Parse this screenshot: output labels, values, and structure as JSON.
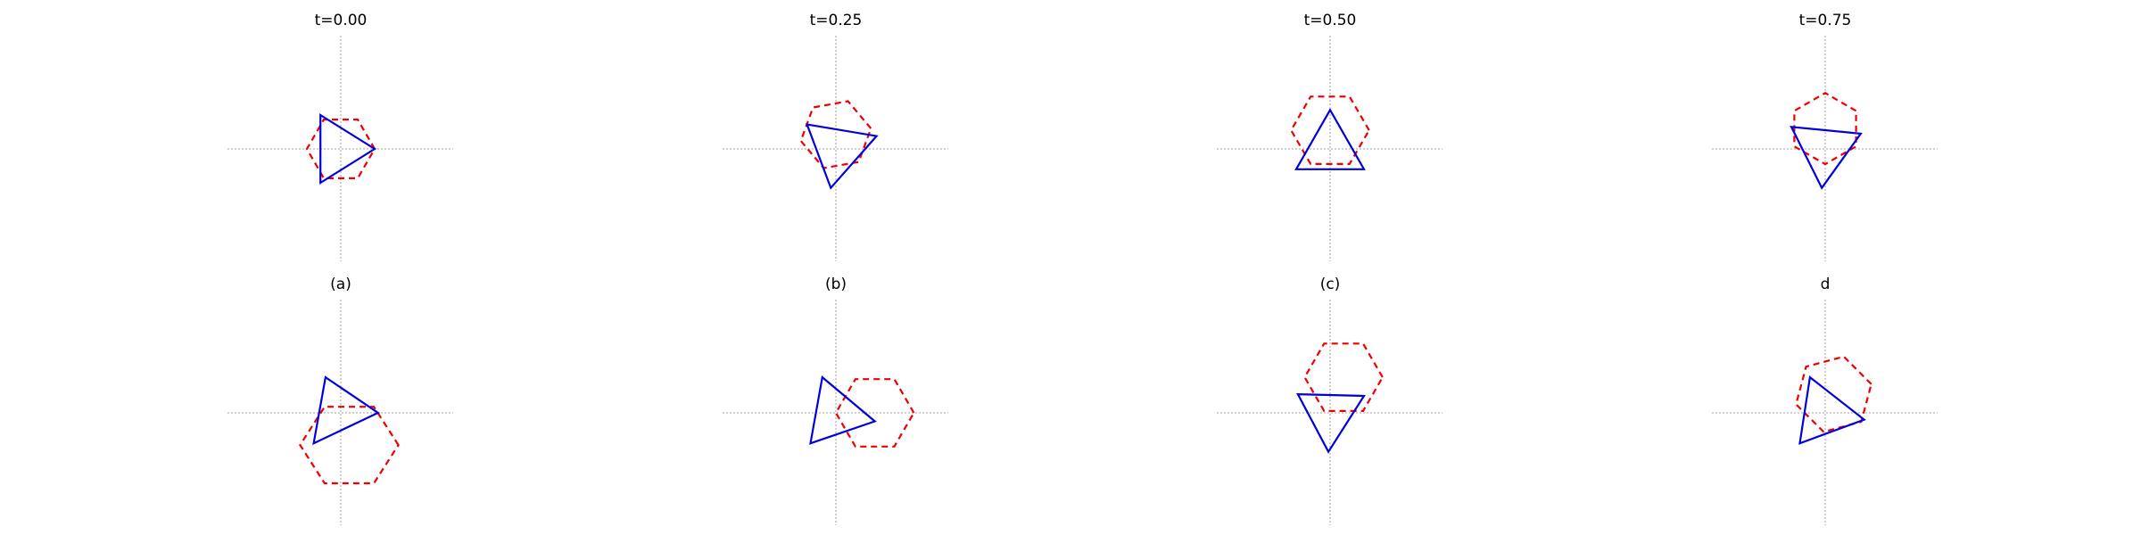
{
  "figure": {
    "colors": {
      "triangle": "#0000dd",
      "hexagon": "#ee0000",
      "axes": "#a0a0a0",
      "background": "#ffffff"
    },
    "panels": [
      {
        "title": "t=0.00",
        "triangle": [
          [
            -0.6,
            1.0
          ],
          [
            1.0,
            0.0
          ],
          [
            -0.6,
            -1.0
          ]
        ],
        "hexagon": {
          "center": [
            0.0,
            0.0
          ],
          "radius": 1.0,
          "rotation_deg": 0,
          "vertical_scale": 1.0
        }
      },
      {
        "title": "t=0.25",
        "triangle": [
          [
            -0.85,
            0.72
          ],
          [
            1.2,
            0.38
          ],
          [
            -0.15,
            -1.15
          ]
        ],
        "hexagon": {
          "center": [
            0.0,
            0.42
          ],
          "radius": 1.05,
          "rotation_deg": 10,
          "vertical_scale": 1.0
        }
      },
      {
        "title": "t=0.50",
        "triangle": [
          [
            0.0,
            1.15
          ],
          [
            1.0,
            -0.6
          ],
          [
            -1.0,
            -0.6
          ]
        ],
        "hexagon": {
          "center": [
            0.0,
            0.55
          ],
          "radius": 1.15,
          "rotation_deg": 0,
          "vertical_scale": 1.0
        }
      },
      {
        "title": "t=0.75",
        "triangle": [
          [
            -1.0,
            0.65
          ],
          [
            1.05,
            0.45
          ],
          [
            -0.1,
            -1.15
          ]
        ],
        "hexagon": {
          "center": [
            0.0,
            0.6
          ],
          "radius": 1.05,
          "rotation_deg": 30,
          "vertical_scale": 1.0
        }
      },
      {
        "title": "(a)",
        "triangle": [
          [
            -0.45,
            1.05
          ],
          [
            1.1,
            0.0
          ],
          [
            -0.8,
            -0.9
          ]
        ],
        "hexagon": {
          "center": [
            0.25,
            -0.95
          ],
          "radius": 1.45,
          "rotation_deg": 0,
          "vertical_scale": 0.9
        }
      },
      {
        "title": "(b)",
        "triangle": [
          [
            -0.4,
            1.05
          ],
          [
            1.15,
            -0.25
          ],
          [
            -0.75,
            -0.9
          ]
        ],
        "hexagon": {
          "center": [
            1.15,
            0.0
          ],
          "radius": 1.15,
          "rotation_deg": 0,
          "vertical_scale": 1.0
        }
      },
      {
        "title": "(c)",
        "triangle": [
          [
            -0.95,
            0.55
          ],
          [
            1.0,
            0.5
          ],
          [
            -0.05,
            -1.15
          ]
        ],
        "hexagon": {
          "center": [
            0.4,
            1.05
          ],
          "radius": 1.15,
          "rotation_deg": 0,
          "vertical_scale": 1.0
        }
      },
      {
        "title": "d",
        "triangle": [
          [
            -0.45,
            1.05
          ],
          [
            1.15,
            -0.2
          ],
          [
            -0.75,
            -0.9
          ]
        ],
        "hexagon": {
          "center": [
            0.25,
            0.55
          ],
          "radius": 1.15,
          "rotation_deg": 15,
          "vertical_scale": 1.0
        }
      }
    ]
  }
}
